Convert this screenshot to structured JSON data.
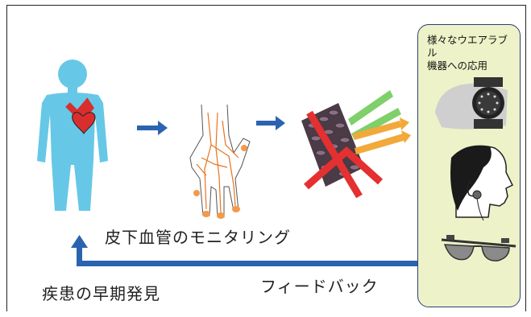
{
  "panel": {
    "title": "様々なウエアラブル\n機器への応用"
  },
  "labels": {
    "monitoring": "皮下血管のモニタリング",
    "feedback": "フィードバック",
    "early_detection": "疾患の早期発見"
  },
  "colors": {
    "body": "#66c8e6",
    "heart": "#d92e2e",
    "arrow": "#2a64b0",
    "panel_bg": "#eef2c8",
    "panel_border": "#2b3e7a",
    "vein": "#e8741e",
    "green_ray": "#7fcf6a",
    "orange_ray": "#f2a93a"
  },
  "icons": [
    "human-body-icon",
    "heart-icon",
    "hand-veins-icon",
    "tissue-cells-icon",
    "smartwatch-icon",
    "earphone-head-icon",
    "smart-glasses-icon"
  ]
}
